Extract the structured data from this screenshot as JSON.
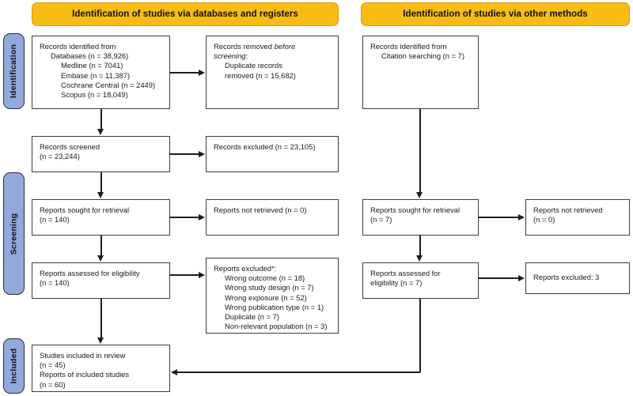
{
  "diagram": {
    "type": "prisma-flow-diagram",
    "colors": {
      "header_fill": "#f9bc14",
      "header_border": "#d79b0a",
      "stage_tab_fill": "#92a9dd",
      "stage_tab_border": "#2f2f2f",
      "node_border": "#3c3c3c",
      "node_fill": "#ffffff",
      "connector": "#1d1d1d"
    }
  },
  "headers": {
    "databases": "Identification of studies via databases and registers",
    "other_methods": "Identification of studies via other methods"
  },
  "stages": [
    {
      "id": "identification",
      "label": "Identification"
    },
    {
      "id": "screening",
      "label": "Screening"
    },
    {
      "id": "included",
      "label": "Included"
    }
  ],
  "databases_column": {
    "records_identified": {
      "lines": [
        "Records identified from",
        "Databases (n = 38,926)",
        "Medline (n = 7041)",
        "Embase (n = 11,387)",
        "Cochrane Central (n = 2449)",
        "Scopus (n = 18,049)"
      ]
    },
    "records_removed": {
      "line1": "Records removed ",
      "line1_italic": "before",
      "line2_italic": "screening",
      "line2_rest": ":",
      "line3": "Duplicate records",
      "line4": "removed (n = 15,682)"
    },
    "records_screened": {
      "line1": "Records screened",
      "line2": "(n = 23,244)"
    },
    "records_excluded": {
      "line1": "Records excluded (n = 23,105)"
    },
    "reports_sought": {
      "line1": "Reports sought for retrieval",
      "line2": "(n = 140)"
    },
    "reports_not_retrieved": {
      "line1": "Reports not retrieved (n = 0)"
    },
    "reports_assessed": {
      "line1": "Reports assessed for eligibility",
      "line2": "(n = 140)"
    },
    "reports_excluded": {
      "title": "Reports excluded*:",
      "reasons": [
        "Wrong outcome (n = 18)",
        "Wrong study design (n = 7)",
        "Wrong exposure (n = 52)",
        "Wrong publication type (n = 1)",
        "Duplicate (n = 7)",
        "Non-relevant population (n = 3)"
      ]
    }
  },
  "other_methods_column": {
    "records_identified": {
      "line1": "Records identified from",
      "line2": "Citation searching (n = 7)"
    },
    "reports_sought": {
      "line1": "Reports sought for retrieval",
      "line2": "(n = 7)"
    },
    "reports_not_retrieved": {
      "line1": "Reports not retrieved",
      "line2": "(n = 0)"
    },
    "reports_assessed": {
      "line1": "Reports assessed for",
      "line2": "eligibility (n = 7)"
    },
    "reports_excluded": {
      "line1": "Reports excluded: 3"
    }
  },
  "included_box": {
    "line1": "Studies included in review",
    "line2": "(n = 45)",
    "line3": "Reports of included studies",
    "line4": "(n = 60)"
  }
}
